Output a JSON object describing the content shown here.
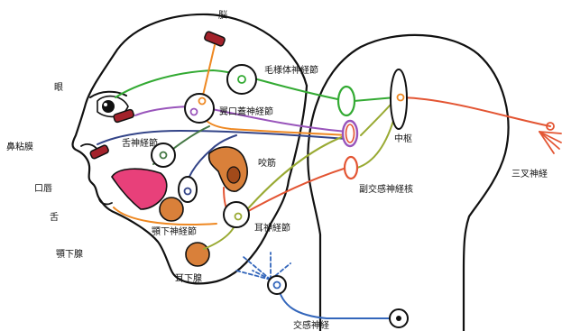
{
  "labels": {
    "brain": "脳",
    "eye": "眼",
    "nasal_mucosa": "鼻粘膜",
    "lips": "口唇",
    "tongue": "舌",
    "submandibular_gland": "顎下腺",
    "ciliary_ganglion": "毛様体神経節",
    "pterygopalatine_ganglion": "翼口蓋神経節",
    "lingual_ganglion": "舌神経節",
    "masseter": "咬筋",
    "submandibular_ganglion": "顎下神経節",
    "otic_ganglion": "耳神経節",
    "parotid_gland": "耳下腺",
    "center": "中枢",
    "parasympathetic_nucleus": "副交感神経核",
    "trigeminal_nerve": "三叉神経",
    "sympathetic_nerve": "交感神経"
  },
  "colors": {
    "green": "#33aa33",
    "orange": "#ee8822",
    "purple": "#9955bb",
    "navy": "#334488",
    "dark_green": "#447744",
    "olive": "#99aa33",
    "red_orange": "#e35533",
    "blue": "#3366bb",
    "vessel_red": "#a3222b",
    "tongue_pink": "#e8407a",
    "gland_orange": "#d9803a"
  }
}
